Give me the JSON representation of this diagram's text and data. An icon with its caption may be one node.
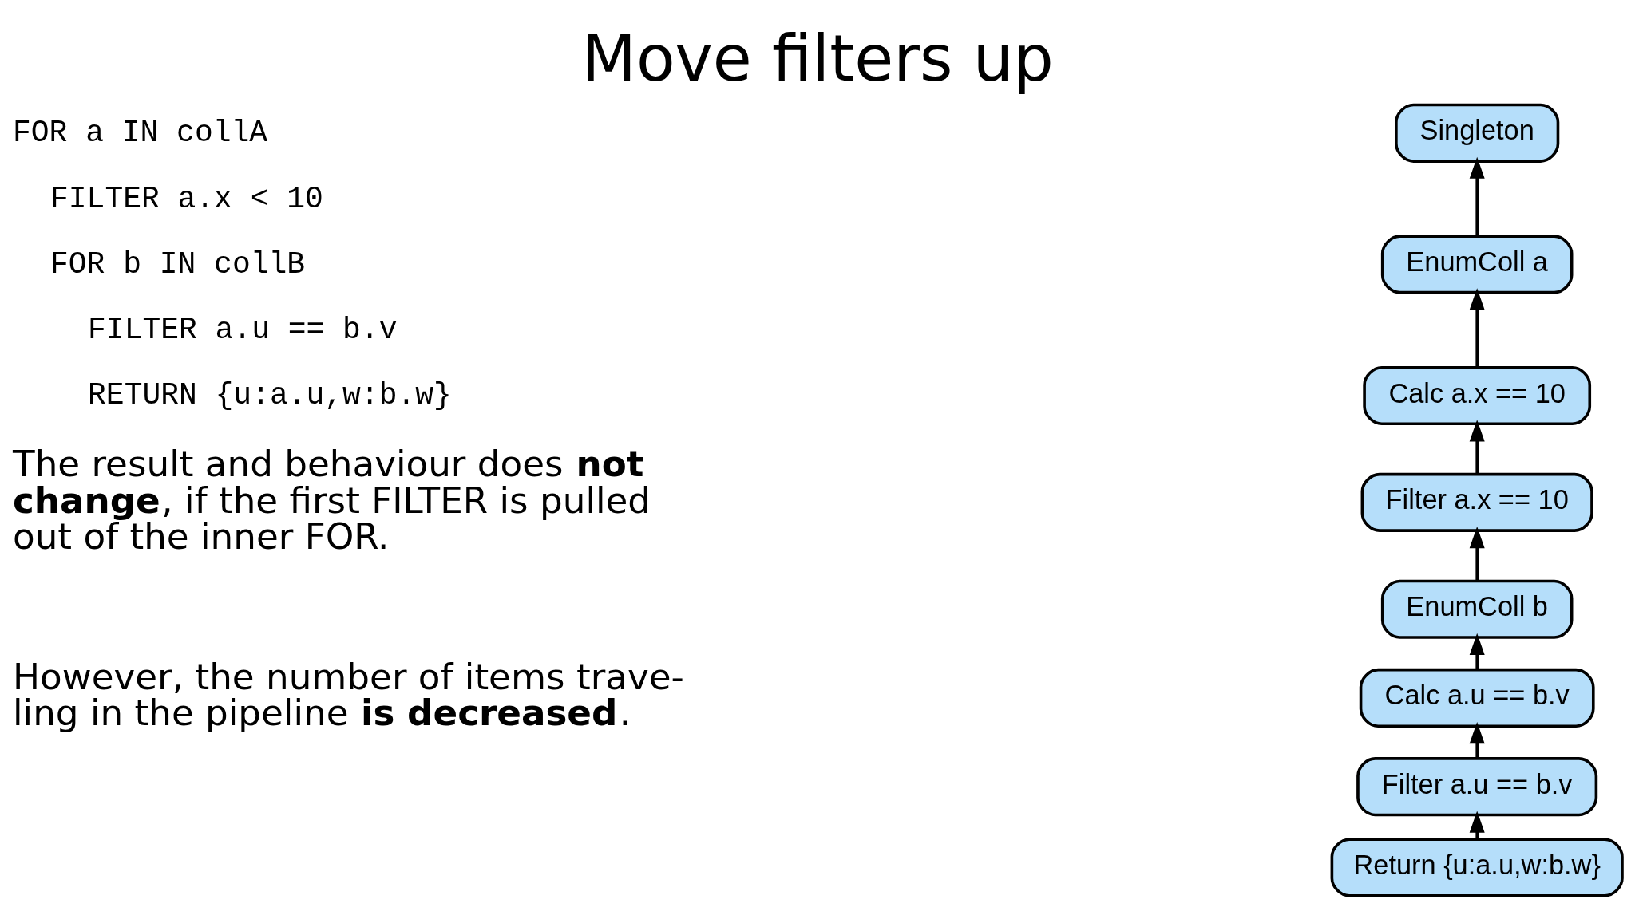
{
  "diagram": {
    "title": "Move filters up",
    "nodes": [
      {
        "text": [
          "Singleton"
        ]
      },
      {
        "text": [
          "EnumColl a"
        ]
      },
      {
        "text": [
          "Calc a.x == 10"
        ]
      },
      {
        "text": [
          "Filter a.x == 10"
        ]
      },
      {
        "text": [
          "EnumColl b"
        ]
      },
      {
        "text": [
          "Calc a.u == b.v"
        ]
      },
      {
        "text": [
          "Filter a.u == b.v"
        ]
      },
      {
        "text": [
          "Return {u:a.u,w:b.w}"
        ]
      }
    ],
    "edges": [
      {
        "from": 1,
        "to": 0,
        "arrow": "to"
      },
      {
        "from": 2,
        "to": 1,
        "arrow": "to"
      },
      {
        "from": 3,
        "to": 2,
        "arrow": "to"
      },
      {
        "from": 4,
        "to": 3,
        "arrow": "to"
      },
      {
        "from": 5,
        "to": 4,
        "arrow": "to"
      },
      {
        "from": 6,
        "to": 5,
        "arrow": "to"
      },
      {
        "from": 7,
        "to": 6,
        "arrow": "to"
      }
    ],
    "labels": [
      "FOR a IN collA",
      "FILTER a.x < 10",
      "FOR b IN collB",
      "FILTER a.u == b.v",
      "RETURN {u:a.u,w:b.w}",
      "The result and behaviour does **not change**, if the first FILTER is pulled out of the inner FOR.",
      "However, the number of items trave- ling in the pipeline **is decreased**."
    ]
  }
}
